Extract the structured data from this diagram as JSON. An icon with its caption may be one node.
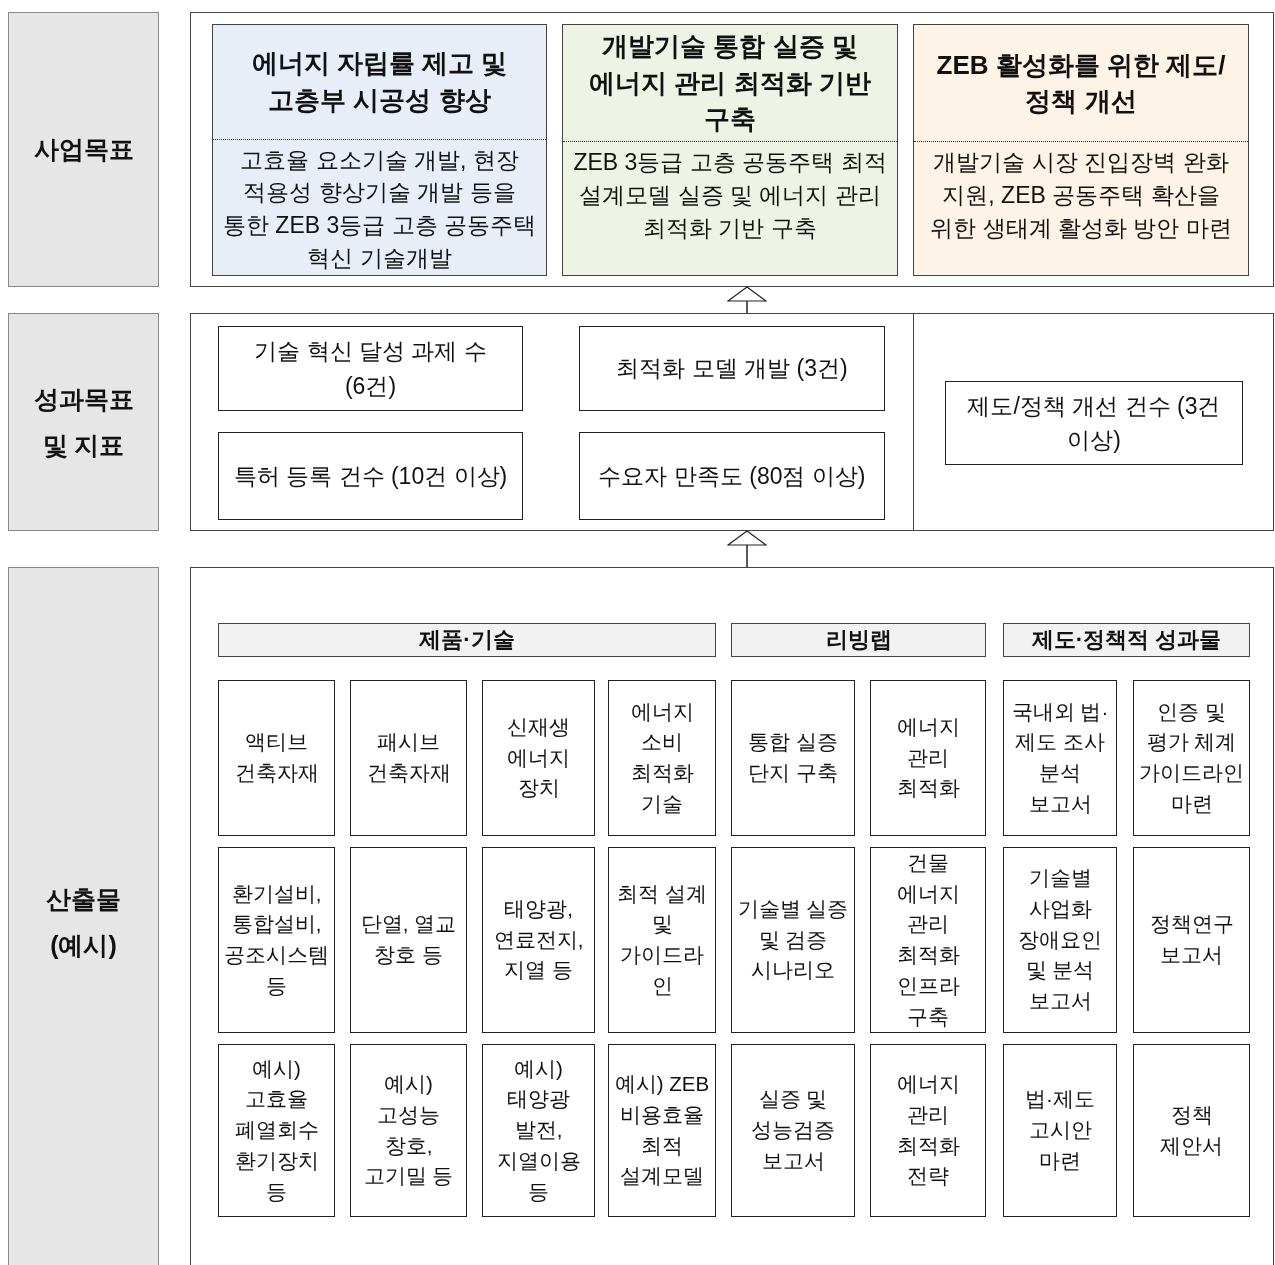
{
  "diagram": {
    "nodes": [
      {
        "text": [
          "사업목표"
        ]
      },
      {
        "text": [],
        "shape": "box"
      },
      {
        "text": [
          "에너지 자립률 제고 및 고층부 시공성 향상",
          "고효율 요소기술 개발, 현장 적용성 향상기술 개발 등을 통한 ZEB 3등급 고층 공동주택 혁신 기술개발"
        ],
        "in": 1
      },
      {
        "text": [
          "개발기술 통합 실증 및 에너지 관리 최적화 기반 구축",
          "ZEB 3등급 고층 공동주택 최적 설계모델 실증 및 에너지 관리 최적화 기반 구축"
        ],
        "in": 1
      },
      {
        "text": [
          "ZEB 활성화를 위한 제도/정책 개선",
          "개발기술 시장 진입장벽 완화 지원, ZEB 공동주택 확산을 위한 생태계 활성화 방안 마련"
        ],
        "in": 1
      },
      {
        "text": [
          "성과목표 및 지표"
        ]
      },
      {
        "text": [],
        "shape": "box"
      },
      {
        "text": [
          "기술 혁신 달성 과제 수 (6건)"
        ],
        "in": 6
      },
      {
        "text": [
          "최적화 모델 개발 (3건)"
        ],
        "in": 6
      },
      {
        "text": [
          "특허 등록 건수 (10건 이상)"
        ],
        "in": 6
      },
      {
        "text": [
          "수요자 만족도 (80점 이상)"
        ],
        "in": 6
      },
      {
        "text": [
          "제도/정책 개선 건수 (3건 이상)"
        ],
        "in": 6
      },
      {
        "text": [
          "산출물 (예시)"
        ]
      },
      {
        "text": [],
        "shape": "box"
      },
      {
        "text": [
          "제품·기술"
        ],
        "in": 13
      },
      {
        "text": [
          "리빙랩"
        ],
        "in": 13
      },
      {
        "text": [
          "제도·정책적 성과물"
        ],
        "in": 13
      },
      {
        "text": [
          "액티브 건축자재"
        ],
        "in": 13
      },
      {
        "text": [
          "패시브 건축자재"
        ],
        "in": 13
      },
      {
        "text": [
          "신재생 에너지 장치"
        ],
        "in": 13
      },
      {
        "text": [
          "에너지 소비 최적화 기술"
        ],
        "in": 13
      },
      {
        "text": [
          "통합 실증 단지 구축"
        ],
        "in": 13
      },
      {
        "text": [
          "에너지 관리 최적화"
        ],
        "in": 13
      },
      {
        "text": [
          "국내외 법·제도 조사 분석 보고서"
        ],
        "in": 13
      },
      {
        "text": [
          "인증 및 평가 체계 가이드라인 마련"
        ],
        "in": 13
      },
      {
        "text": [
          "환기설비, 통합설비, 공조시스템 등"
        ],
        "in": 13
      },
      {
        "text": [
          "단열, 열교 창호 등"
        ],
        "in": 13
      },
      {
        "text": [
          "태양광, 연료전지, 지열 등"
        ],
        "in": 13
      },
      {
        "text": [
          "최적 설계 및 가이드라인"
        ],
        "in": 13
      },
      {
        "text": [
          "기술별 실증 및 검증 시나리오"
        ],
        "in": 13
      },
      {
        "text": [
          "건물 에너지 관리 최적화 인프라 구축"
        ],
        "in": 13
      },
      {
        "text": [
          "기술별 사업화 장애요인 및 분석 보고서"
        ],
        "in": 13
      },
      {
        "text": [
          "정책연구 보고서"
        ],
        "in": 13
      },
      {
        "text": [
          "예시) 고효율 폐열회수 환기장치 등"
        ],
        "in": 13
      },
      {
        "text": [
          "예시) 고성능 창호, 고기밀 등"
        ],
        "in": 13
      },
      {
        "text": [
          "예시) 태양광 발전, 지열이용 등"
        ],
        "in": 13
      },
      {
        "text": [
          "예시) ZEB 비용효율 최적 설계모델"
        ],
        "in": 13
      },
      {
        "text": [
          "실증 및 성능검증 보고서"
        ],
        "in": 13
      },
      {
        "text": [
          "에너지 관리 최적화 전략"
        ],
        "in": 13
      },
      {
        "text": [
          "법·제도 고시안 마련"
        ],
        "in": 13
      },
      {
        "text": [
          "정책 제안서"
        ],
        "in": 13
      }
    ],
    "edges": [
      {
        "from": 6,
        "to": 1,
        "arrow": "to"
      },
      {
        "from": 13,
        "to": 6,
        "arrow": "to"
      }
    ]
  }
}
